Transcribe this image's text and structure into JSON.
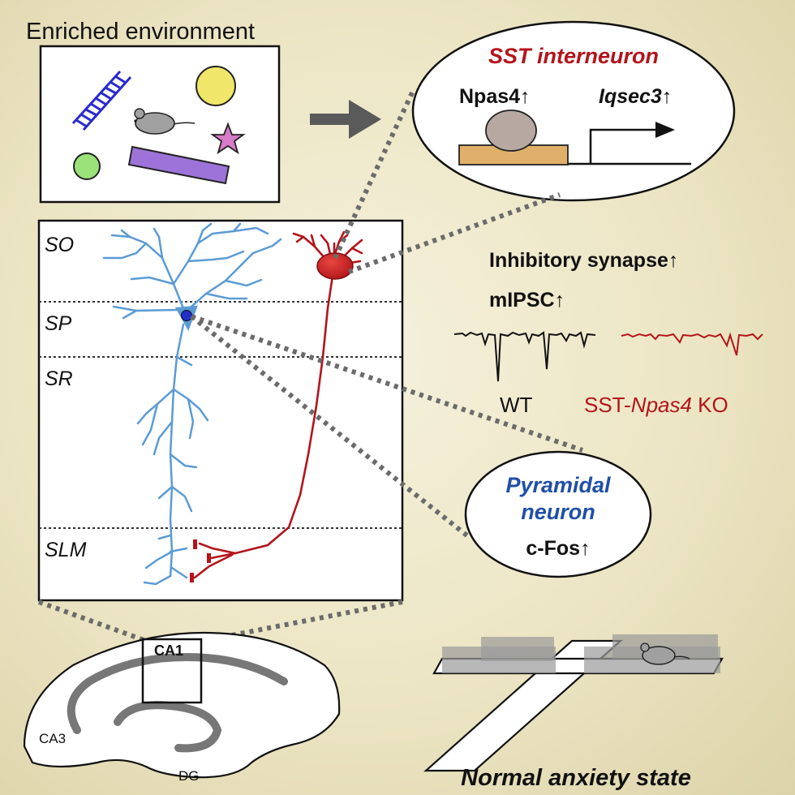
{
  "enriched": {
    "title": "Enriched environment"
  },
  "sst_bubble": {
    "title": "SST interneuron",
    "gene1": "Npas4",
    "gene1_arrow": "↑",
    "gene2": "Iqsec3",
    "gene2_arrow": "↑"
  },
  "layers": {
    "so": "SO",
    "sp": "SP",
    "sr": "SR",
    "slm": "SLM"
  },
  "effects": {
    "line1": "Inhibitory synapse",
    "line1_arrow": "↑",
    "line2": "mIPSC",
    "line2_arrow": "↑",
    "wt_label": "WT",
    "ko_prefix": "SST-",
    "ko_gene": "Npas4",
    "ko_suffix": " KO"
  },
  "pyramidal_bubble": {
    "title_line1": "Pyramidal",
    "title_line2": "neuron",
    "marker": "c-Fos",
    "marker_arrow": "↑"
  },
  "hippocampus": {
    "ca1": "CA1",
    "ca3": "CA3",
    "dg": "DG"
  },
  "outcome": {
    "label": "Normal anxiety state"
  },
  "colors": {
    "pyramidal": "#5b9bd5",
    "sst": "#b3141b",
    "sst_title": "#b3141b",
    "pyramidal_title": "#1f4fa8",
    "ladder": "#2a2acf",
    "ball_yellow": "#f0e66a",
    "ball_green": "#9be27a",
    "star": "#d77bc9",
    "bar": "#9d73d9",
    "arrow_gray": "#5a5a5a",
    "dotted": "#6b6b6b"
  }
}
